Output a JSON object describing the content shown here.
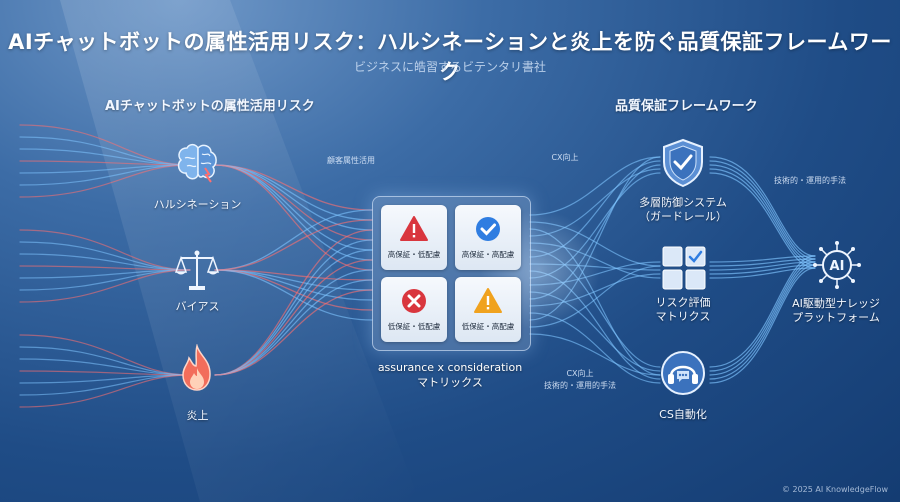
{
  "title": "AIチャットボットの属性活用リスク：ハルシネーションと炎上を防ぐ品質保証フレームワーク",
  "subtitle": "ビジネスに皓習するビテンタリ書社",
  "left_section": {
    "heading": "AIチャットボットの属性活用リスク",
    "risks": [
      {
        "label": "ハルシネーション",
        "icon": "brain-icon"
      },
      {
        "label": "バイアス",
        "icon": "scales-icon"
      },
      {
        "label": "炎上",
        "icon": "flame-icon"
      }
    ]
  },
  "center": {
    "flow_label": "顧客属性活用",
    "matrix": {
      "cells": [
        {
          "label": "高保証・低配慮",
          "icon": "warning-red-icon",
          "color": "#d9363e"
        },
        {
          "label": "高保証・高配慮",
          "icon": "check-blue-icon",
          "color": "#2f7de1"
        },
        {
          "label": "低保証・低配慮",
          "icon": "cross-red-icon",
          "color": "#d9363e"
        },
        {
          "label": "低保証・高配慮",
          "icon": "warning-orange-icon",
          "color": "#f0a21e"
        }
      ],
      "caption_line1": "assurance x consideration",
      "caption_line2": "マトリックス"
    }
  },
  "right_section": {
    "heading": "品質保証フレームワーク",
    "frameworks": [
      {
        "label_line1": "多層防御システム",
        "label_line2": "（ガードレール）",
        "icon": "shield-check-icon"
      },
      {
        "label_line1": "リスク評価",
        "label_line2": "マトリクス",
        "icon": "grid-check-icon"
      },
      {
        "label_line1": "CS自動化",
        "label_line2": "",
        "icon": "headset-chat-icon"
      }
    ],
    "flow_labels": {
      "cx_top": "CX向上",
      "tech_top": "技術的・運用的手法",
      "cx_bottom": "CX向上",
      "tech_bottom": "技術的・運用的手法"
    },
    "platform": {
      "label_line1": "AI駆動型ナレッジ",
      "label_line2": "プラットフォーム",
      "icon": "ai-network-icon"
    }
  },
  "footer": "© 2025 AI KnowledgeFlow",
  "colors": {
    "risk_flow": "#ff6f6f",
    "safe_flow": "#7fc4ff",
    "background": "#1f4c86"
  }
}
